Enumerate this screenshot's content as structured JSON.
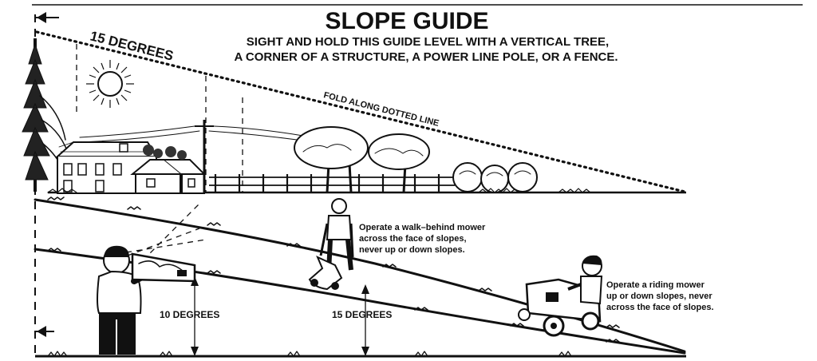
{
  "title": "SLOPE GUIDE",
  "subtitle_lines": [
    "SIGHT AND HOLD THIS GUIDE LEVEL WITH A VERTICAL TREE,",
    "A CORNER OF A STRUCTURE, A POWER LINE POLE, OR A FENCE."
  ],
  "guide_angle_label": "15 DEGREES",
  "fold_label": "FOLD ALONG DOTTED LINE",
  "walk_mower_note": [
    "Operate a walk–behind mower",
    "across the face of slopes,",
    "never up or down slopes."
  ],
  "riding_mower_note": [
    "Operate a riding mower",
    "up or down slopes, never",
    "across the face of slopes."
  ],
  "angle_markers": [
    {
      "label": "10 DEGREES"
    },
    {
      "label": "15 DEGREES"
    }
  ],
  "icons": {
    "top_arrow": "left-arrow-icon",
    "bottom_arrow": "left-arrow-icon",
    "sun": "sun-icon"
  }
}
